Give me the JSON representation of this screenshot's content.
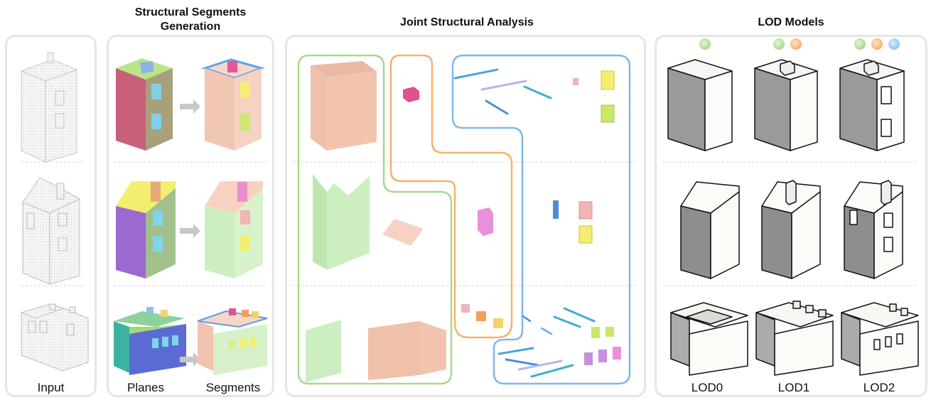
{
  "headers": {
    "segments": "Structural Segments Generation",
    "segments_line1": "Structural Segments",
    "segments_line2": "Generation",
    "joint": "Joint Structural Analysis",
    "lod": "LOD Models"
  },
  "captions": {
    "input": "Input",
    "planes": "Planes",
    "segments": "Segments",
    "lod0": "LOD0",
    "lod1": "LOD1",
    "lod2": "LOD2"
  },
  "colors": {
    "panel_border": "#e6e6e6",
    "group_green": "#a8d98f",
    "group_orange": "#f6b26b",
    "group_blue": "#7fb8ec",
    "segment_salmon": "#f2c4b0",
    "segment_green": "#cdeec0",
    "lod_dot_green": "#a8d98f",
    "lod_dot_orange": "#f6b26b",
    "lod_dot_blue": "#8cc4f0"
  },
  "icons": [
    "arrow-right-icon"
  ]
}
